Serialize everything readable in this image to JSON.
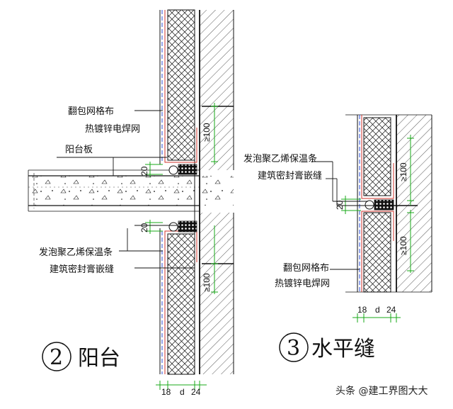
{
  "diagram": {
    "left": {
      "mesh_label_1": "翻包网格布",
      "mesh_label_2": "热镀锌电焊网",
      "balcony_label": "阳台板",
      "foam_label": "发泡聚乙烯保温条",
      "sealant_label": "建筑密封膏嵌缝",
      "dim_top_gap": "20",
      "dim_bottom_gap": "20",
      "dim_upper_100": "≥100",
      "dim_lower_100": "≥100",
      "dim_18": "18",
      "dim_d": "d",
      "dim_24": "24",
      "circle_number": "2",
      "caption": "阳台"
    },
    "right": {
      "foam_label": "发泡聚乙烯保温条",
      "sealant_label": "建筑密封膏嵌缝",
      "mesh_label_1": "翻包网格布",
      "mesh_label_2": "热镀锌电焊网",
      "dim_gap": "20",
      "dim_upper_100": "≥100",
      "dim_lower_100": "≥100",
      "dim_18": "18",
      "dim_d": "d",
      "dim_24": "24",
      "circle_number": "3",
      "caption": "水平缝"
    },
    "watermark": "头条 @建工界图大大"
  },
  "colors": {
    "line": "#111111",
    "mesh_red": "#d0342c",
    "mesh_blue": "#2b4fd8",
    "dim_green": "#1aa81a"
  }
}
